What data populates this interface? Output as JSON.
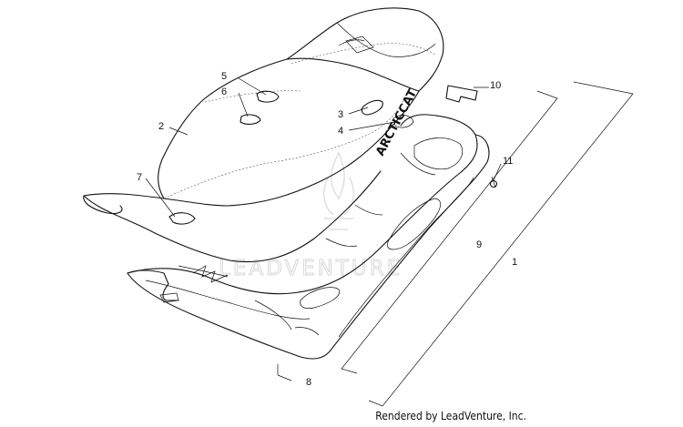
{
  "callouts": [
    {
      "id": "1",
      "label": "1"
    },
    {
      "id": "2",
      "label": "2"
    },
    {
      "id": "3",
      "label": "3"
    },
    {
      "id": "4",
      "label": "4"
    },
    {
      "id": "5",
      "label": "5"
    },
    {
      "id": "6",
      "label": "6"
    },
    {
      "id": "7",
      "label": "7"
    },
    {
      "id": "8",
      "label": "8"
    },
    {
      "id": "9",
      "label": "9"
    },
    {
      "id": "10",
      "label": "10"
    },
    {
      "id": "11",
      "label": "11"
    }
  ],
  "watermark": {
    "text": "LEADVENTURE"
  },
  "seat_brand_text": "ARCTICCAT",
  "footer": {
    "credit": "Rendered by LeadVenture, Inc."
  }
}
